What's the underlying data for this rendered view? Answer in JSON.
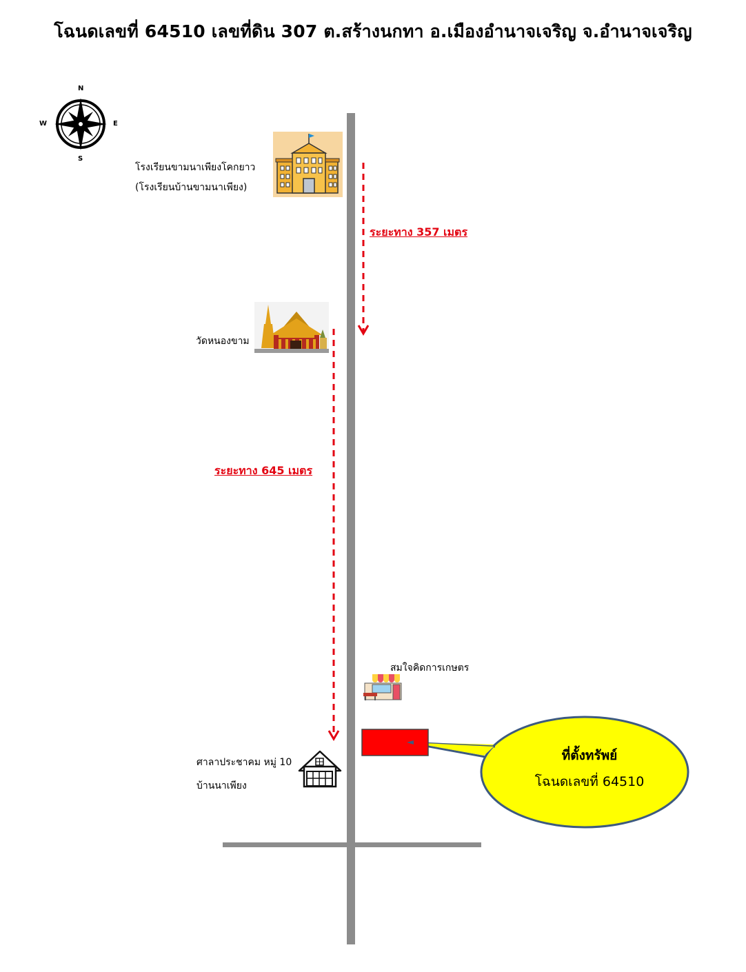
{
  "title": "โฉนดเลขที่ 64510  เลขที่ดิน  307  ต.สร้างนกทา  อ.เมืองอำนาจเจริญ  จ.อำนาจเจริญ",
  "compass": {
    "n": "N",
    "s": "S",
    "e": "E",
    "w": "W"
  },
  "landmarks": {
    "school": {
      "name_line1": "โรงเรียนขามนาเพียงโคกยาว",
      "name_line2": "(โรงเรียนบ้านขามนาเพียง)",
      "icon": "school-building-icon"
    },
    "temple": {
      "name": "วัดหนองขาม",
      "icon": "temple-icon"
    },
    "shop": {
      "name": "สมใจคิดการเกษตร",
      "icon": "shop-icon"
    },
    "hall": {
      "name_line1": "ศาลาประชาคม หมู่ 10",
      "name_line2": "บ้านนาเพียง",
      "icon": "house-icon"
    }
  },
  "distances": {
    "school_to_temple": "ระยะทาง 357 เมตร",
    "temple_to_hall": "ระยะทาง 645 เมตร"
  },
  "callout": {
    "line1": "ที่ตั้งทรัพย์",
    "line2": "โฉนดเลขที่ 64510"
  },
  "colors": {
    "road": "#8c8c8c",
    "arrow": "#e30613",
    "property": "#ff0000",
    "callout_fill": "#ffff00",
    "callout_border": "#3d5a80",
    "school_bg": "#f7d6a0",
    "school_body": "#f2b233"
  }
}
